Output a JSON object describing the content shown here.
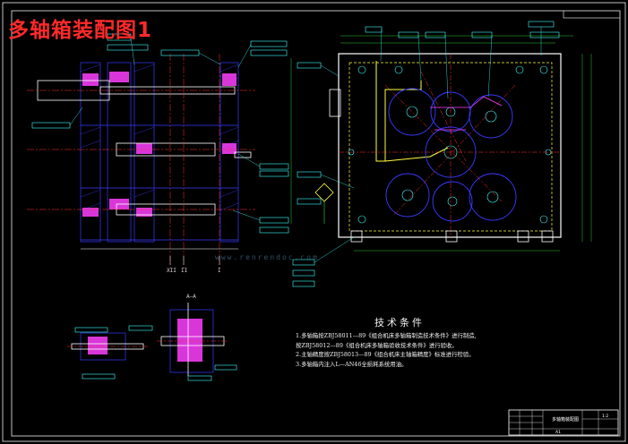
{
  "drawing": {
    "title": "多轴箱装配图1",
    "watermark": "www.renrendoc.com",
    "section_label": "A—A",
    "axis_labels": [
      "XII",
      "II",
      "I"
    ],
    "tech": {
      "title": "技术条件",
      "lines": [
        "1.多轴箱按ZBJ58011—89《组合机床多轴箱制造技术条件》进行制造,",
        "  按ZBJ58012—89《组合机床多轴箱验收技术条件》进行验收。",
        "2.主轴精度按ZBJ58013—89《组合机床主轴箱精度》标准进行检验。",
        "3.多轴箱内注入L—AN46全损耗系统用油。"
      ]
    },
    "title_block": {
      "name": "多轴箱装配图",
      "scale": "1:2",
      "sheet": "A1"
    },
    "colors": {
      "background": "#000000",
      "title": "#ff2a2a",
      "linework": "#ffffff",
      "blue": "#3a3aff",
      "magenta": "#ff40ff",
      "yellow": "#ffff40",
      "red": "#ff3030",
      "cyan": "#40ffff",
      "green": "#40ff40"
    }
  }
}
